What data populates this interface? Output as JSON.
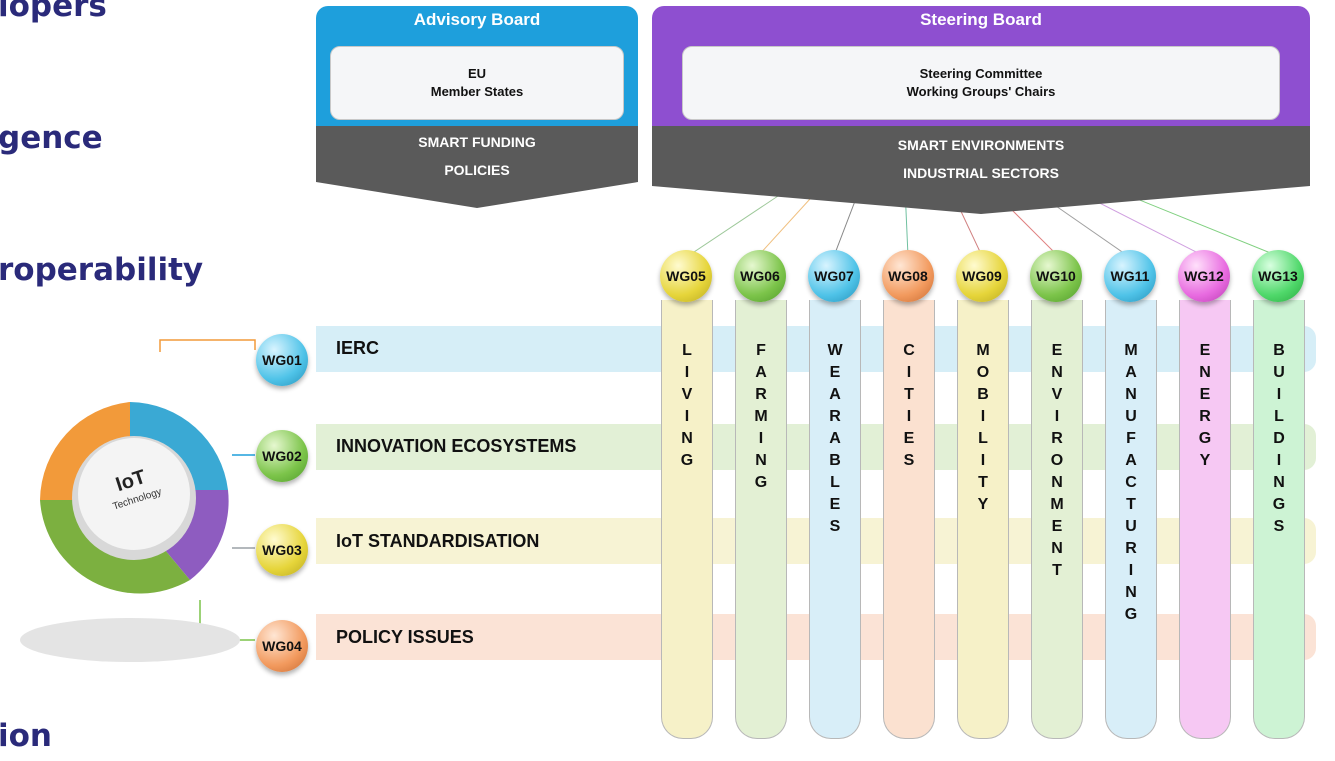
{
  "side_texts": [
    "lopers",
    "gence",
    "roperability",
    "ion"
  ],
  "advisory": {
    "title": "Advisory Board",
    "line1": "EU",
    "line2": "Member States",
    "grey1": "SMART FUNDING",
    "grey2": "POLICIES"
  },
  "steering": {
    "title": "Steering Board",
    "line1": "Steering Committee",
    "line2": "Working Groups' Chairs",
    "grey1": "SMART ENVIRONMENTS",
    "grey2": "INDUSTRIAL SECTORS"
  },
  "hub": {
    "title": "IoT",
    "subtitle": "Technology"
  },
  "horizontal_groups": [
    {
      "id": "WG01",
      "label": "IERC",
      "color": "#4fc3e8",
      "band": "#d6eef7"
    },
    {
      "id": "WG02",
      "label": "INNOVATION ECOSYSTEMS",
      "color": "#7cc44a",
      "band": "#e2f0d6"
    },
    {
      "id": "WG03",
      "label": "IoT STANDARDISATION",
      "color": "#e5d43a",
      "band": "#f7f3d4"
    },
    {
      "id": "WG04",
      "label": "POLICY ISSUES",
      "color": "#f29a5e",
      "band": "#fbe3d6"
    }
  ],
  "vertical_groups": [
    {
      "id": "WG05",
      "label": "LIVING",
      "color": "#e6d53a",
      "band": "#f6f1c8"
    },
    {
      "id": "WG06",
      "label": "FARMING",
      "color": "#7cc44a",
      "band": "#e3f0d4"
    },
    {
      "id": "WG07",
      "label": "WEARABLES",
      "color": "#4fc3e8",
      "band": "#d8eef8"
    },
    {
      "id": "WG08",
      "label": "CITIES",
      "color": "#f29a5e",
      "band": "#fbe1d0"
    },
    {
      "id": "WG09",
      "label": "MOBILITY",
      "color": "#e6d53a",
      "band": "#f6f1c8"
    },
    {
      "id": "WG10",
      "label": "ENVIRONMENT",
      "color": "#7cc44a",
      "band": "#e3f0d4"
    },
    {
      "id": "WG11",
      "label": "MANUFACTURING",
      "color": "#4fc3e8",
      "band": "#d8eef8"
    },
    {
      "id": "WG12",
      "label": "ENERGY",
      "color": "#e86be0",
      "band": "#f6c8f3"
    },
    {
      "id": "WG13",
      "label": "BUILDINGS",
      "color": "#4fd86a",
      "band": "#cdf3d4"
    }
  ],
  "colors": {
    "advisory": "#1e9fdc",
    "steering": "#8e4fd0",
    "grey": "#5a5a5a",
    "side_text": "#2a2a7a"
  }
}
